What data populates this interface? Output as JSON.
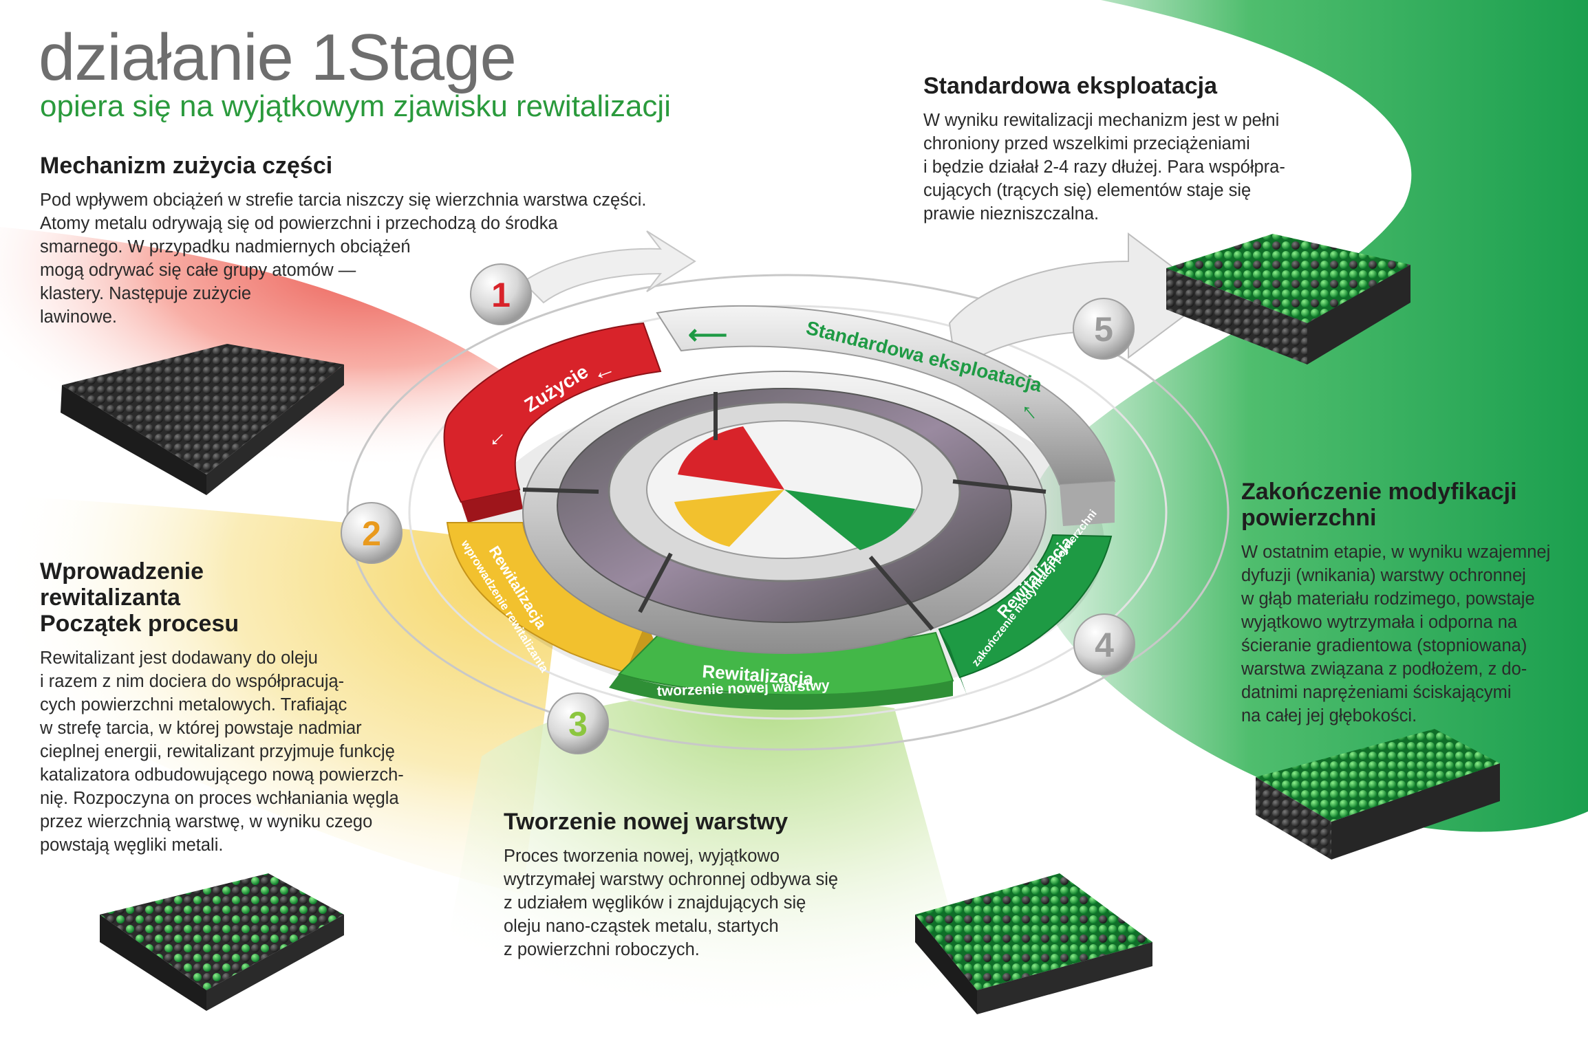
{
  "title": "działanie 1Stage",
  "subtitle": "opiera się na wyjątkowym zjawisku rewitalizacji",
  "colors": {
    "red": "#d8232a",
    "yellow": "#f2c12e",
    "green": "#1e9a44",
    "light_green": "#43b748",
    "gray_title": "#6e6e6e"
  },
  "sections": {
    "wear": {
      "heading": "Mechanizm zużycia części",
      "body": "Pod wpływem obciążeń w strefie tarcia niszczy się  wierzchnia warstwa części.\nAtomy metalu odrywają się od powierzchni i przechodzą do środka\nsmarnego. W przypadku nadmiernych obciążeń\nmogą odrywać się całe grupy atomów —\nklastery. Następuje zużycie\nlawinowe."
    },
    "intro": {
      "heading": "Wprowadzenie\nrewitalizanta\nPoczątek procesu",
      "body": "Rewitalizant jest dodawany do oleju\ni razem z nim dociera do współpracują-\ncych powierzchni metalowych. Trafiając\nw strefę tarcia, w której powstaje nadmiar\ncieplnej energii, rewitalizant przyjmuje funkcję\nkatalizatora odbudowującego nową powierzch-\nnię. Rozpoczyna on proces wchłaniania węgla\nprzez wierzchnią warstwę, w wyniku czego\npowstają węgliki metali."
    },
    "new_layer": {
      "heading": "Tworzenie nowej warstwy",
      "body": "Proces  tworzenia  nowej, wyjątkowo\nwytrzymałej warstwy ochronnej odbywa się\nz udziałem węglików i znajdujących się\noleju nano-cząstek metalu, startych\nz powierzchni roboczych."
    },
    "finish": {
      "heading": "Zakończenie modyfikacji\npowierzchni",
      "body": "W ostatnim etapie, w wyniku wzajemnej\ndyfuzji (wnikania) warstwy ochronnej\nw głąb materiału rodzimego, powstaje\nwyjątkowo wytrzymała i odporna na\nścieranie gradientowa (stopniowana)\nwarstwa związana z podłożem, z do-\ndatnimi naprężeniami ściskającymi\nna całej jej głębokości."
    },
    "standard": {
      "heading": "Standardowa eksploatacja",
      "body": "W wyniku rewitalizacji mechanizm jest w pełni\nchroniony przed wszelkimi przeciążeniami\ni będzie działał 2-4 razy dłużej. Para współpra-\ncujących (trących się) elementów staje się\nprawie niezniszczalna."
    }
  },
  "ring_labels": {
    "zuzycie": "Zużycie",
    "standard": "Standardowa eksploatacja",
    "rewit": "Rewitalizacja",
    "wprowadzenie": "wprowadzenie rewitalizanta",
    "tworzenie": "tworzenie nowej warstwy",
    "zakonczenie": "zakończenie modyfikacji powierzchni"
  },
  "steps": [
    "1",
    "2",
    "3",
    "4",
    "5"
  ]
}
